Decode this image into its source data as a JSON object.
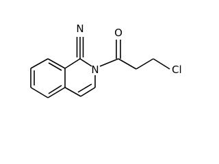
{
  "molecule": {
    "atoms": {
      "nitrile_n": "N",
      "ring_n": "N",
      "carbonyl_o": "O",
      "chlorine": "Cl"
    }
  }
}
